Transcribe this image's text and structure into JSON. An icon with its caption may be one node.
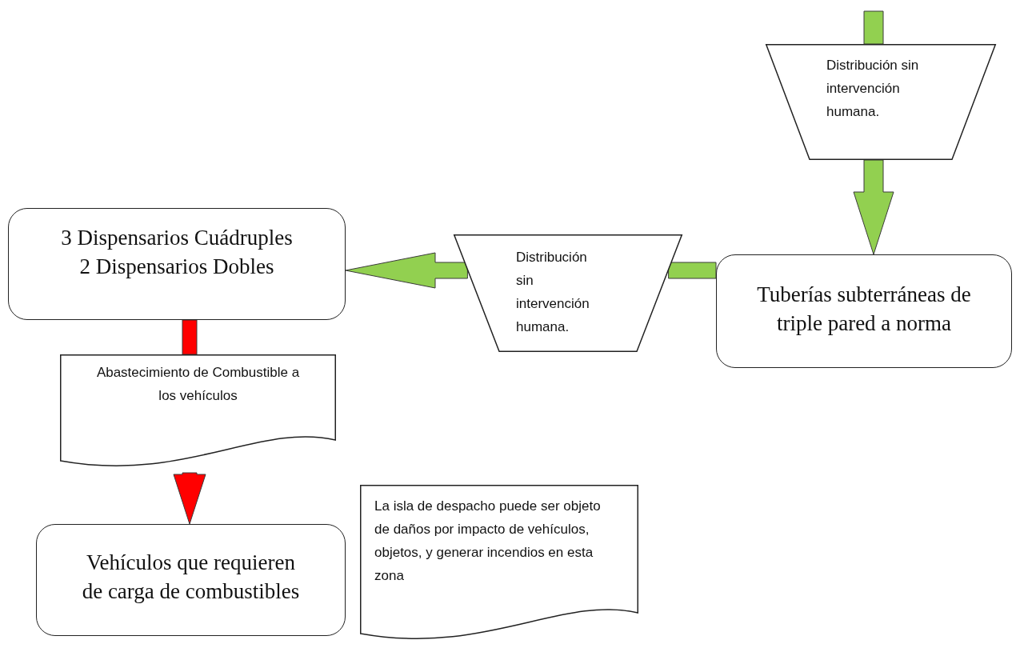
{
  "diagram": {
    "nodes": [
      {
        "text": [
          "Distribución sin intervención humana."
        ]
      },
      {
        "text": [
          "Tuberías subterráneas de triple pared a norma"
        ]
      },
      {
        "text": [
          "Distribución sin intervención humana."
        ]
      },
      {
        "text": [
          "3 Dispensarios Cuádruples",
          "2 Dispensarios Dobles"
        ]
      },
      {
        "text": [
          "Abastecimiento de Combustible a los vehículos"
        ]
      },
      {
        "text": [
          "Vehículos que requieren de carga de combustibles"
        ]
      },
      {
        "text": [
          "La isla de despacho puede ser objeto de daños por impacto de vehículos, objetos, y generar incendios en esta zona"
        ]
      }
    ],
    "edges": [
      {
        "from": null,
        "to": 0,
        "arrow": "none"
      },
      {
        "from": 0,
        "to": 1,
        "arrow": "to"
      },
      {
        "from": 1,
        "to": 2,
        "arrow": "none"
      },
      {
        "from": 2,
        "to": 3,
        "arrow": "to"
      },
      {
        "from": 3,
        "to": 4,
        "arrow": "none",
        "color": "#ff0000"
      },
      {
        "from": 4,
        "to": 5,
        "arrow": "to",
        "color": "#ff0000"
      }
    ]
  }
}
